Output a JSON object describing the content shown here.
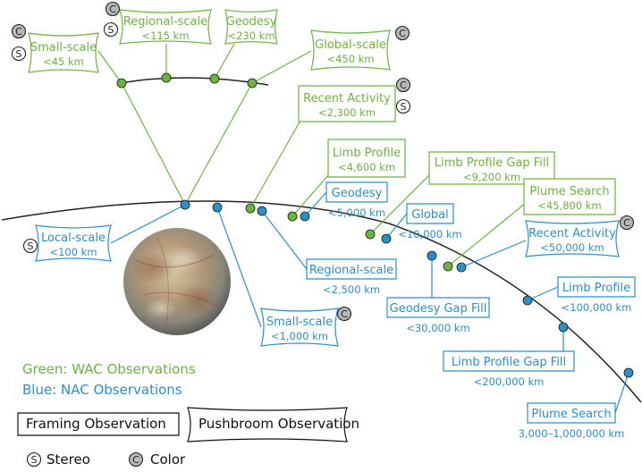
{
  "colors": {
    "wac": "#6cb33f",
    "nac": "#2c8fc6",
    "trajectory": "#222222",
    "badge": "#b8b8b8"
  },
  "symbols": {
    "stereo": "S",
    "color": "C"
  },
  "wac_labels": [
    {
      "id": "wac-small-scale",
      "name": "Small-scale",
      "range": "<45 km",
      "shape": "pushbroom",
      "badges": [
        "color",
        "stereo"
      ]
    },
    {
      "id": "wac-regional-scale",
      "name": "Regional-scale",
      "range": "<115 km",
      "shape": "pushbroom",
      "badges": [
        "color",
        "stereo"
      ]
    },
    {
      "id": "wac-geodesy",
      "name": "Geodesy",
      "range": "<230 km",
      "shape": "pushbroom",
      "badges": []
    },
    {
      "id": "wac-global-scale",
      "name": "Global-scale",
      "range": "<450 km",
      "shape": "pushbroom",
      "badges": [
        "color"
      ]
    },
    {
      "id": "wac-recent-activity",
      "name": "Recent Activity",
      "range": "<2,300 km",
      "shape": "framing",
      "badges": [
        "color",
        "stereo"
      ]
    },
    {
      "id": "wac-limb-profile",
      "name": "Limb Profile",
      "range": "<4,600 km",
      "shape": "framing",
      "badges": []
    },
    {
      "id": "wac-limb-profile-gap-fill",
      "name": "Limb Profile Gap Fill",
      "range": "<9,200 km",
      "shape": "framing",
      "badges": []
    },
    {
      "id": "wac-plume-search",
      "name": "Plume Search",
      "range": "<45,800 km",
      "shape": "framing",
      "badges": []
    }
  ],
  "nac_labels": [
    {
      "id": "nac-local-scale",
      "name": "Local-scale",
      "range": "<100 km",
      "shape": "pushbroom",
      "badges": [
        "stereo"
      ]
    },
    {
      "id": "nac-small-scale",
      "name": "Small-scale",
      "range": "<1,000 km",
      "shape": "pushbroom",
      "badges": [
        "color"
      ]
    },
    {
      "id": "nac-geodesy",
      "name": "Geodesy",
      "range": "<5,000 km",
      "shape": "framing",
      "badges": []
    },
    {
      "id": "nac-regional-scale",
      "name": "Regional-scale",
      "range": "<2,500 km",
      "shape": "framing",
      "badges": []
    },
    {
      "id": "nac-global",
      "name": "Global",
      "range": "<10,000 km",
      "shape": "framing",
      "badges": []
    },
    {
      "id": "nac-recent-activity",
      "name": "Recent Activity",
      "range": "<50,000 km",
      "shape": "pushbroom",
      "badges": [
        "color"
      ]
    },
    {
      "id": "nac-geodesy-gap-fill",
      "name": "Geodesy Gap Fill",
      "range": "<30,000 km",
      "shape": "framing",
      "badges": []
    },
    {
      "id": "nac-limb-profile",
      "name": "Limb Profile",
      "range": "<100,000 km",
      "shape": "framing",
      "badges": []
    },
    {
      "id": "nac-limb-profile-gap-fill",
      "name": "Limb Profile Gap Fill",
      "range": "<200,000 km",
      "shape": "framing",
      "badges": []
    },
    {
      "id": "nac-plume-search",
      "name": "Plume Search",
      "range": "3,000–1,000,000 km",
      "shape": "framing",
      "badges": []
    }
  ],
  "legend": {
    "green": "Green: WAC Observations",
    "blue": "Blue: NAC Observations",
    "framing": "Framing Observation",
    "pushbroom": "Pushbroom Observation",
    "stereo": "Stereo",
    "color": "Color"
  }
}
